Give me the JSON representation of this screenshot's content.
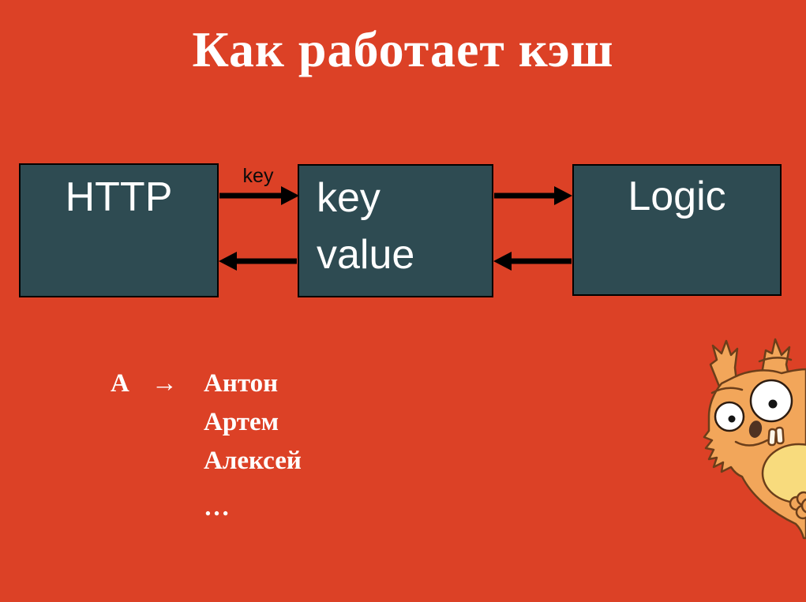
{
  "slide": {
    "title": "Как работает кэш"
  },
  "colors": {
    "background": "#DC4126",
    "box_fill": "#2E4B52",
    "box_border": "#000000",
    "title_text": "#FFFFFF",
    "arrow": "#000000",
    "mascot_body": "#F2A65A",
    "mascot_belly": "#F8DB7D"
  },
  "diagram": {
    "boxes": [
      {
        "label": "HTTP"
      },
      {
        "lines": [
          "key",
          "value"
        ]
      },
      {
        "label": "Logic"
      }
    ],
    "arrow_label": "key"
  },
  "example": {
    "key": "А",
    "arrow_glyph": "→",
    "values": [
      "Антон",
      "Артем",
      "Алексей",
      "…"
    ]
  },
  "mascot": {
    "icon": "squirrel-illustration"
  }
}
